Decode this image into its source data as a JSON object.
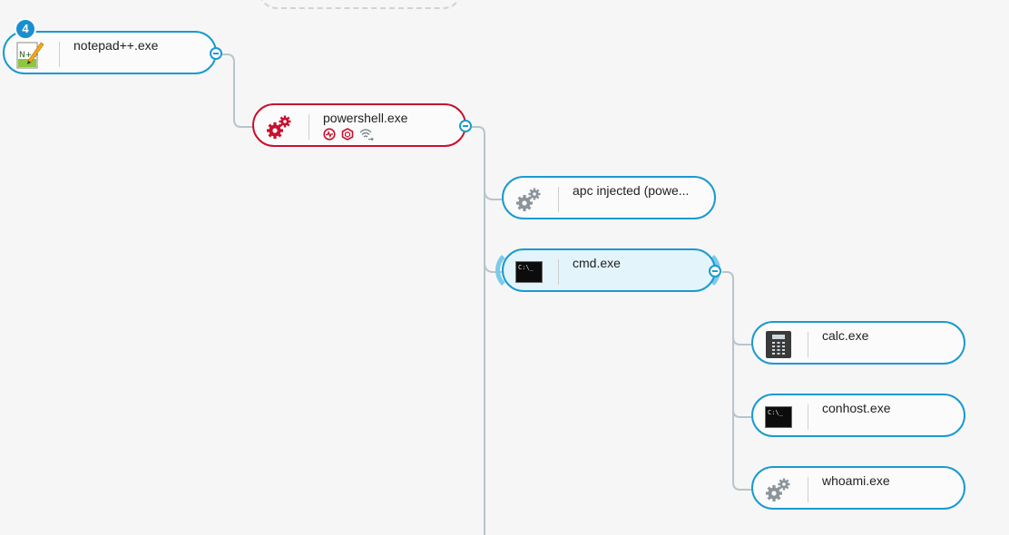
{
  "colors": {
    "accent": "#1a9ad0",
    "alert": "#c8102e",
    "connector": "#b7c4cc",
    "selected_bg": "#e3f4fb"
  },
  "nodes": {
    "notepad": {
      "label": "notepad++.exe",
      "icon": "notepad-plus-plus-icon",
      "badge": "4"
    },
    "powershell": {
      "label": "powershell.exe",
      "icon": "gears-icon",
      "indicators": [
        "network-activity-icon",
        "module-icon",
        "wifi-transfer-icon"
      ]
    },
    "apc": {
      "label": "apc injected (powe...",
      "icon": "gears-icon"
    },
    "cmd": {
      "label": "cmd.exe",
      "icon": "terminal-icon",
      "prompt": "C:\\_"
    },
    "calc": {
      "label": "calc.exe",
      "icon": "calculator-icon"
    },
    "conhost": {
      "label": "conhost.exe",
      "icon": "terminal-icon",
      "prompt": "C:\\_"
    },
    "whoami": {
      "label": "whoami.exe",
      "icon": "gears-icon"
    }
  }
}
